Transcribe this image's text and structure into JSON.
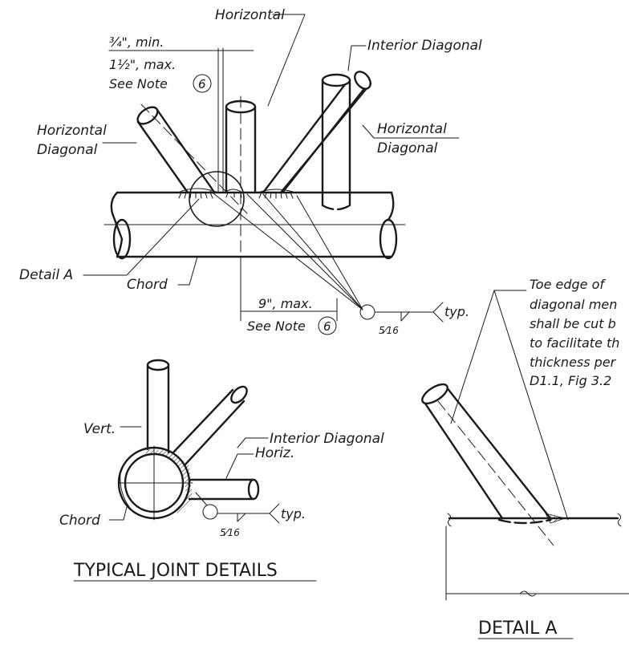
{
  "main_view": {
    "horizontal": "Horizontal",
    "interior_diagonal": "Interior Diagonal",
    "dim_min": "¾\", min.",
    "dim_max": "1½\", max.",
    "see_note_1": "See Note",
    "note_number": "6",
    "horizontal_diagonal_left_1": "Horizontal",
    "horizontal_diagonal_left_2": "Diagonal",
    "horizontal_diagonal_right_1": "Horizontal",
    "horizontal_diagonal_right_2": "Diagonal",
    "detail_a_callout": "Detail A",
    "chord": "Chord",
    "dim_9": "9\", max.",
    "see_note_2": "See Note",
    "weld_size": "5⁄16",
    "weld_typ": "typ."
  },
  "note_text": {
    "line1": "Toe edge of",
    "line2": "diagonal men",
    "line3": "shall be cut b",
    "line4": "to facilitate th",
    "line5": "thickness per",
    "line6": "D1.1, Fig 3.2"
  },
  "section_view": {
    "vert": "Vert.",
    "interior_diagonal": "Interior Diagonal",
    "horiz": "Horiz.",
    "chord": "Chord",
    "weld_size": "5⁄16",
    "weld_typ": "typ.",
    "title": "TYPICAL JOINT DETAILS"
  },
  "detail_a": {
    "title": "DETAIL A"
  }
}
